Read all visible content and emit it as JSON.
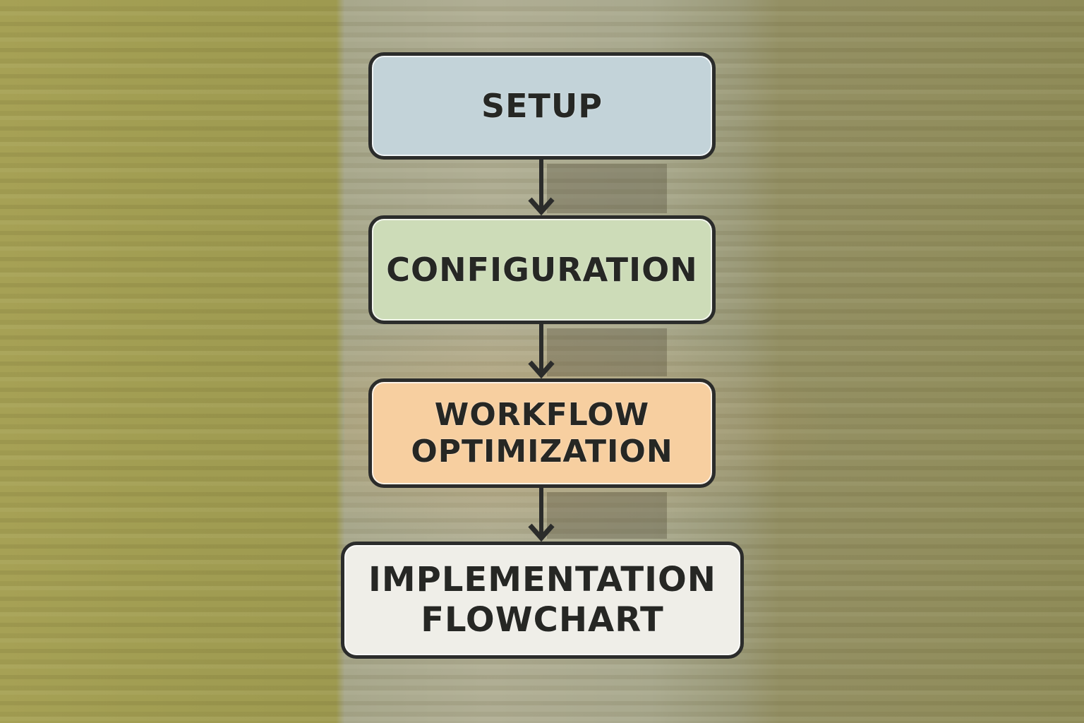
{
  "diagram": {
    "type": "vertical-flowchart",
    "direction": "top-to-bottom",
    "nodes": [
      {
        "id": "setup",
        "label": "SETUP",
        "lines": [
          "SETUP"
        ],
        "fill": "#c3d3d9"
      },
      {
        "id": "configuration",
        "label": "CONFIGURATION",
        "lines": [
          "CONFIGURATION"
        ],
        "fill": "#cddcb8"
      },
      {
        "id": "workflow-optimization",
        "label": "WORKFLOW OPTIMIZATION",
        "lines": [
          "WORKFLOW",
          "OPTIMIZATION"
        ],
        "fill": "#f7cfa0"
      },
      {
        "id": "implementation-flowchart",
        "label": "IMPLEMENTATION FLOWCHART",
        "lines": [
          "IMPLEMENTATION",
          "FLOWCHART"
        ],
        "fill": "#efeee8"
      }
    ],
    "edges": [
      {
        "from": "setup",
        "to": "configuration"
      },
      {
        "from": "configuration",
        "to": "workflow-optimization"
      },
      {
        "from": "workflow-optimization",
        "to": "implementation-flowchart"
      }
    ],
    "colors": {
      "border": "#2b2c2b",
      "text": "#262724",
      "arrow": "#2b2c2b",
      "background_left": "#a6a155",
      "background_center": "#b0ae94",
      "background_right": "#8f8c58"
    }
  }
}
